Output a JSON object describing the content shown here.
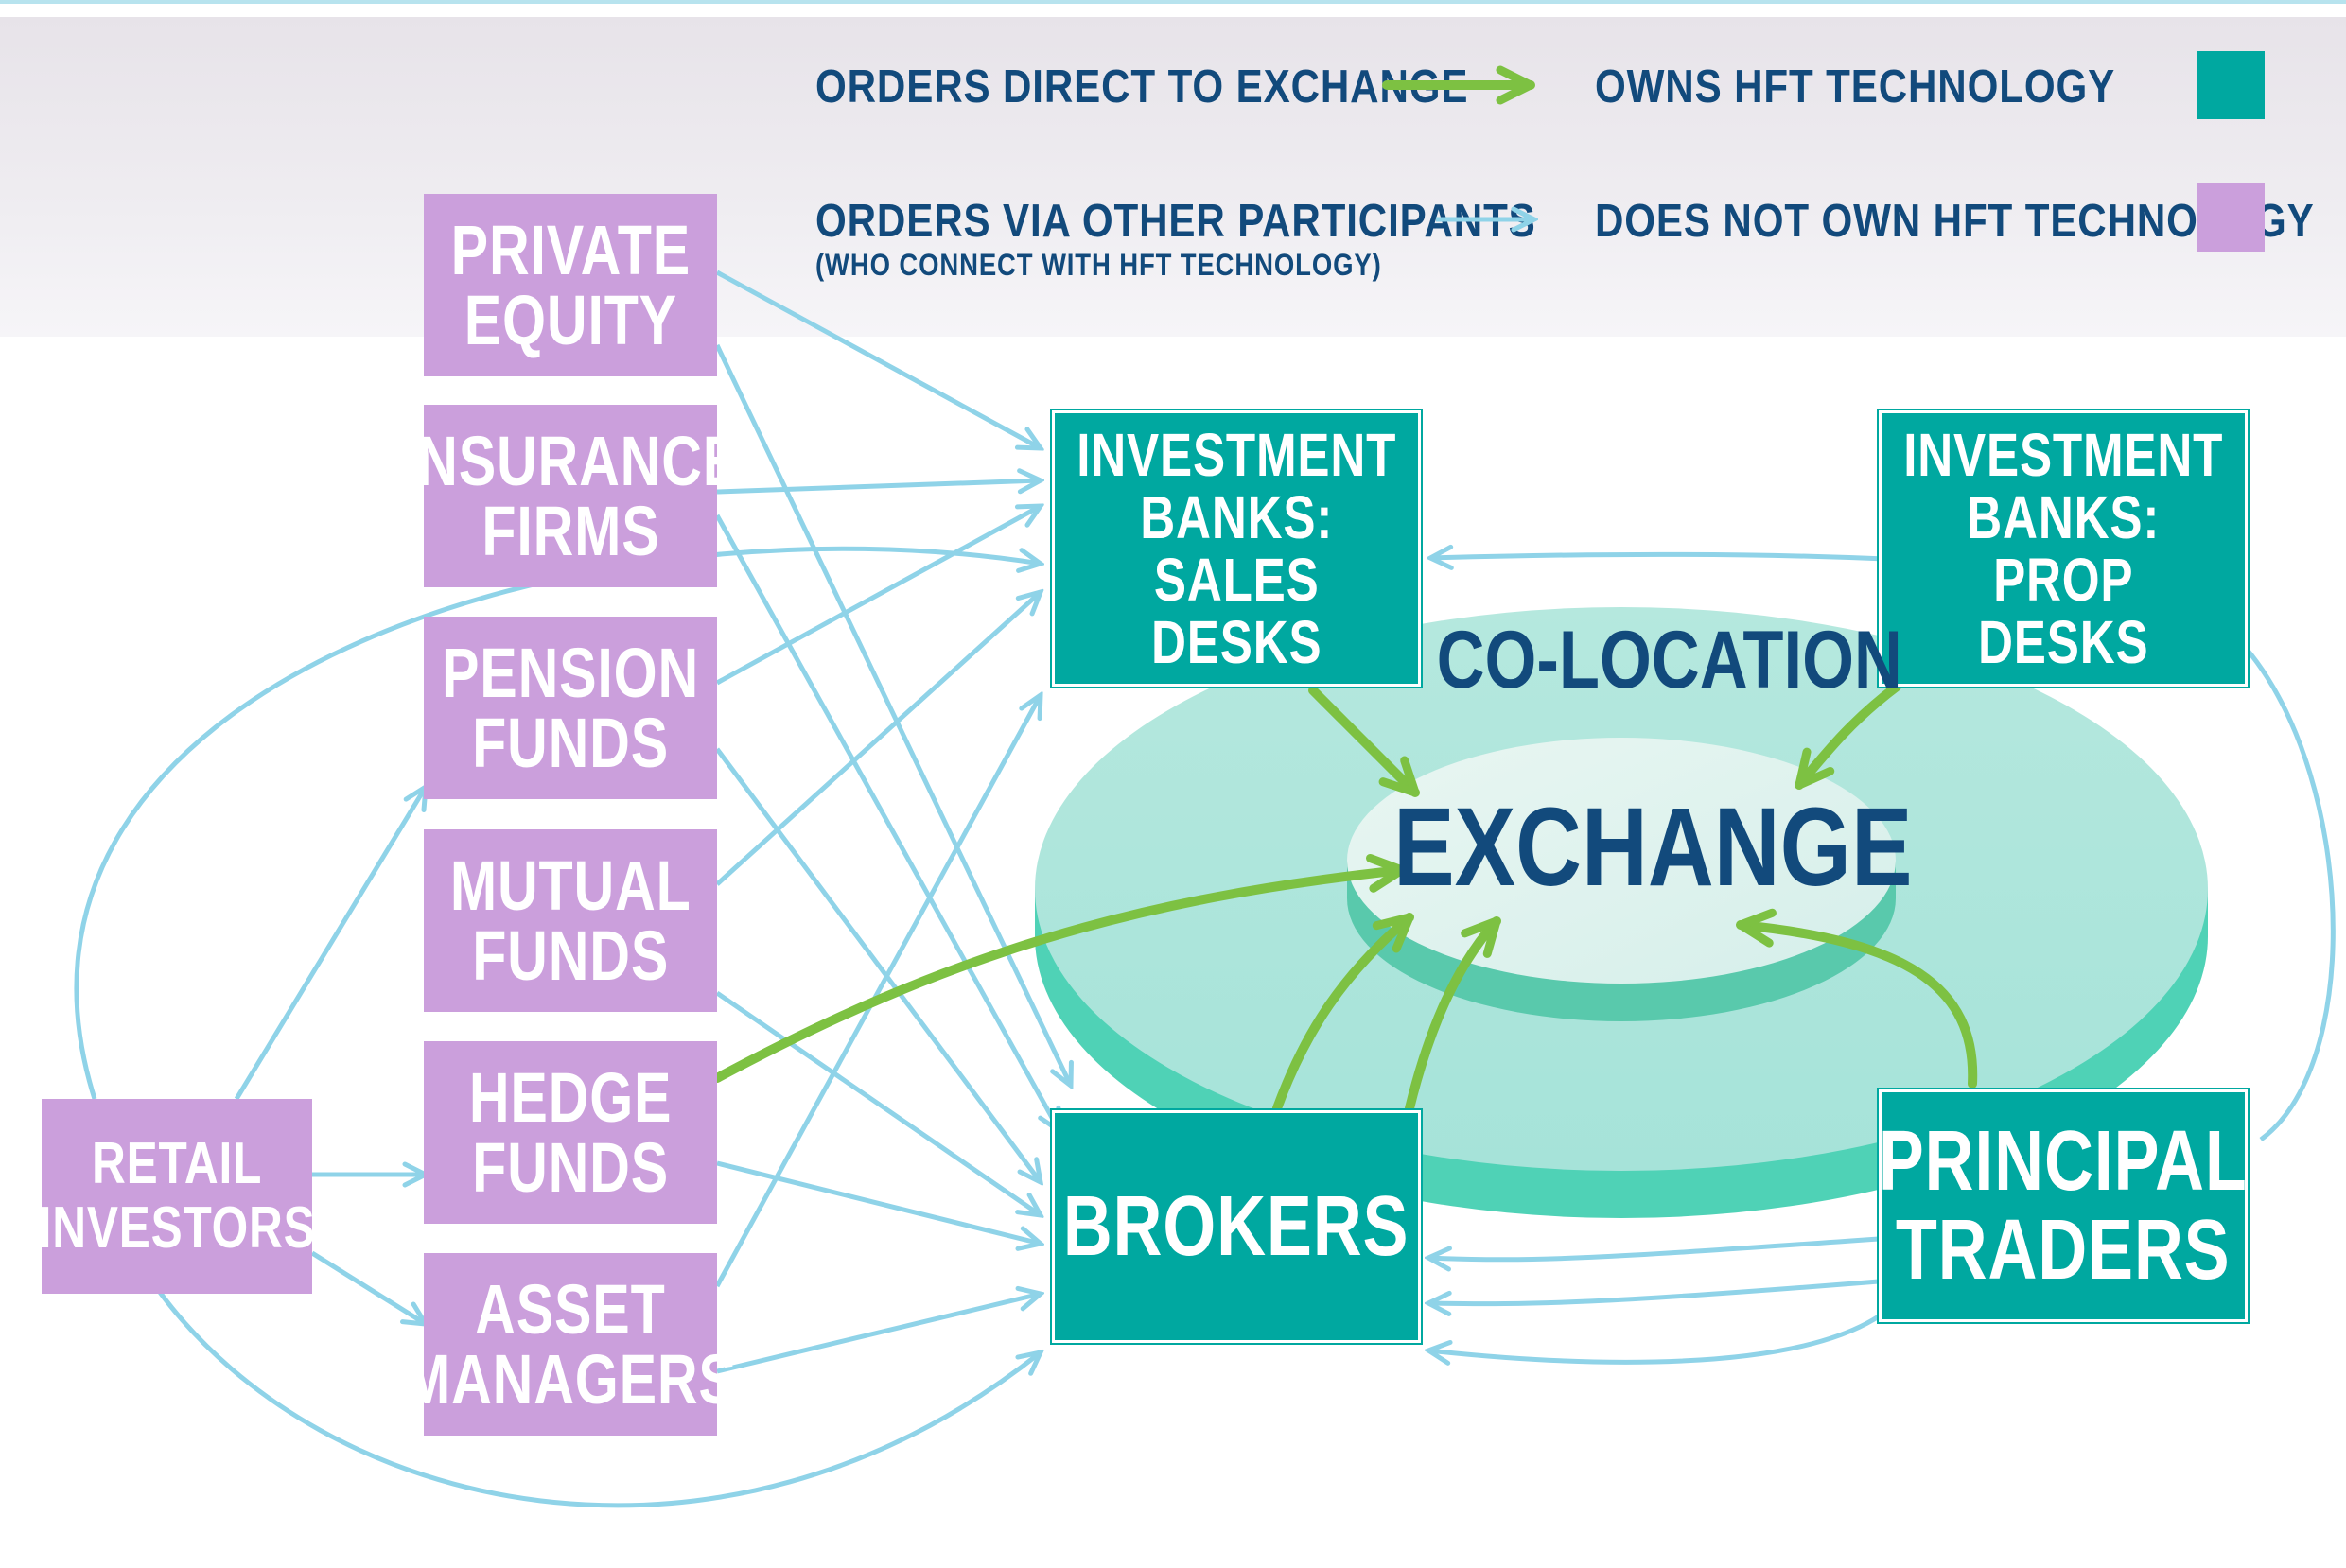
{
  "legend": {
    "direct_label": "ORDERS DIRECT TO EXCHANGE",
    "via_label": "ORDERS VIA OTHER PARTICIPANTS",
    "via_sublabel": "(WHO CONNECT WITH HFT TECHNOLOGY)",
    "owns_label": "OWNS HFT TECHNOLOGY",
    "not_owns_label": "DOES NOT OWN HFT TECHNOLOGY"
  },
  "colors": {
    "owns_hft": "#00a8a0",
    "not_owns_hft": "#cb9fdc",
    "direct_arrow": "#7dc142",
    "via_arrow": "#8fd3e8",
    "label_text": "#124a7c"
  },
  "participants": {
    "private_equity": "PRIVATE\nEQUITY",
    "insurance_firms": "INSURANCE\nFIRMS",
    "pension_funds": "PENSION\nFUNDS",
    "mutual_funds": "MUTUAL\nFUNDS",
    "hedge_funds": "HEDGE\nFUNDS",
    "asset_managers": "ASSET\nMANAGERS",
    "retail_investors": "RETAIL\nINVESTORS",
    "sales_desks": "INVESTMENT\nBANKS:\nSALES DESKS",
    "prop_desks": "INVESTMENT\nBANKS:\nPROP DESKS",
    "brokers": "BROKERS",
    "principal_traders": "PRINCIPAL\nTRADERS"
  },
  "center": {
    "co_location": "CO-LOCATION",
    "exchange": "EXCHANGE"
  }
}
